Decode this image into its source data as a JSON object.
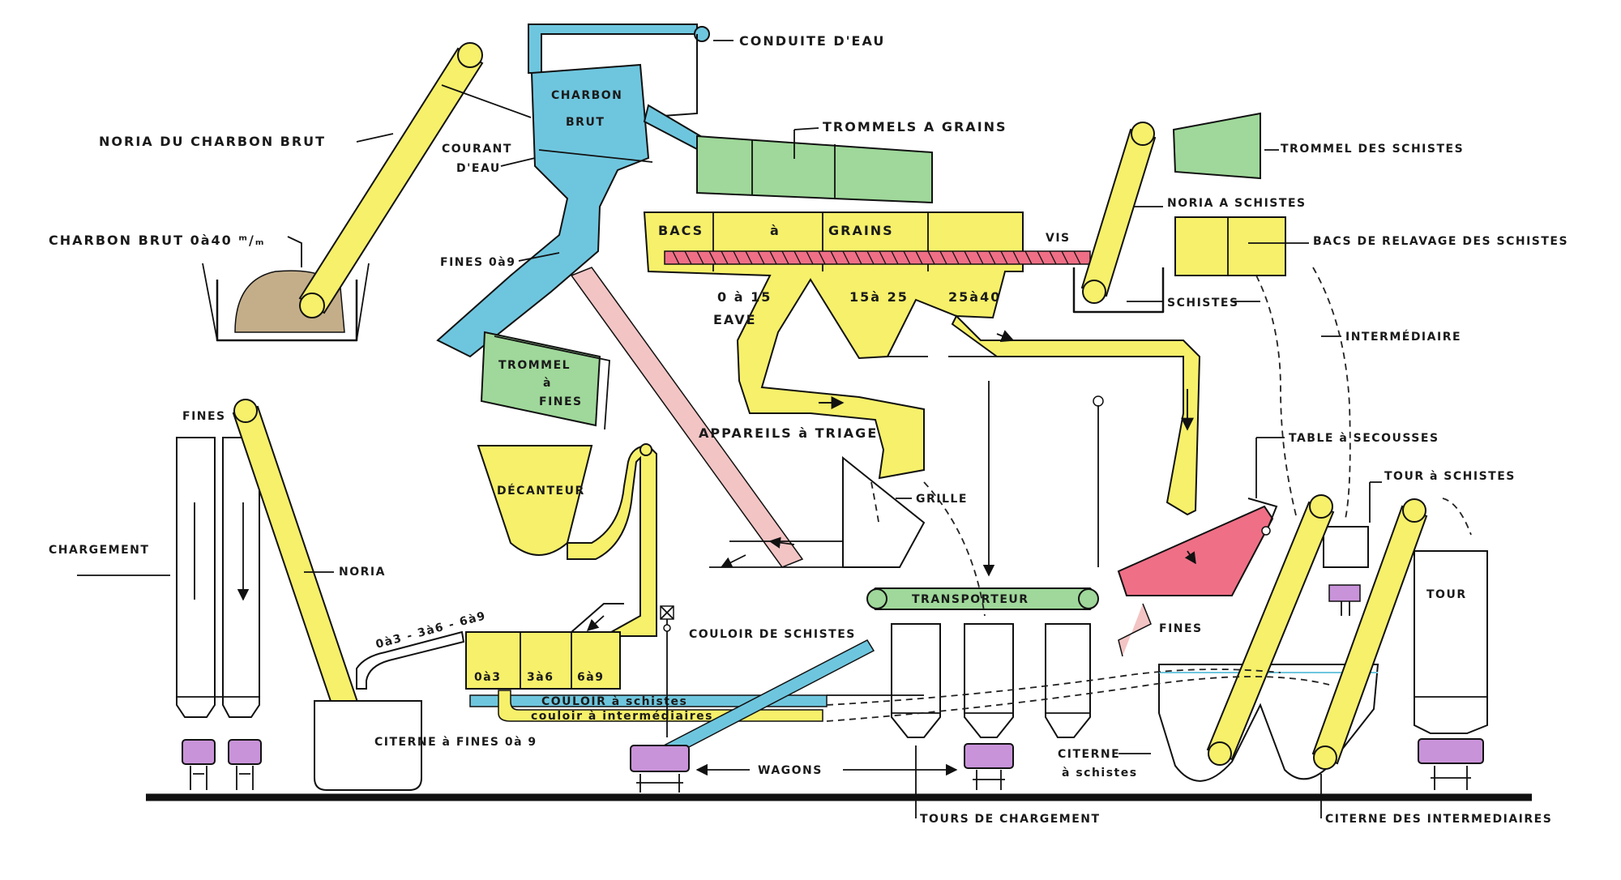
{
  "colors": {
    "yellow": "#f6f06a",
    "blue": "#6ec6de",
    "green": "#9fd89a",
    "red": "#ef6f86",
    "pink": "#f3c4c4",
    "purple": "#c993d9",
    "brown": "#c4ae8a"
  },
  "labels": {
    "conduite_eau": "CONDUITE D'EAU",
    "charbon_brut_1": "CHARBON",
    "charbon_brut_2": "BRUT",
    "courant_eau_1": "COURANT",
    "courant_eau_2": "D'EAU",
    "noria_charbon_brut": "NORIA DU CHARBON BRUT",
    "charbon_brut_size": "CHARBON BRUT 0à40 ᵐ/ₘ",
    "trommels_grains": "TROMMELS A GRAINS",
    "trommel_schistes": "TROMMEL DES SCHISTES",
    "noria_schistes": "NORIA A SCHISTES",
    "bacs_relavage": "BACS DE RELAVAGE DES SCHISTES",
    "bacs": "BACS",
    "a": "à",
    "grains": "GRAINS",
    "vis": "VIS",
    "fines_0a9": "FINES 0à9",
    "range_0a15": "0 à 15",
    "eave": "EAVE",
    "range_15a25": "15à 25",
    "range_25a40": "25à40",
    "schistes": "SCHISTES",
    "intermediaire": "INTERMÉDIAIRE",
    "trommel_fines_1": "TROMMEL",
    "trommel_fines_2": "à",
    "trommel_fines_3": "FINES",
    "appareils_triage": "APPAREILS à TRIAGE",
    "table_secousses": "TABLE à SECOUSSES",
    "fines": "FINES",
    "decanteur": "DÉCANTEUR",
    "grille": "GRILLE",
    "tour_schistes": "TOUR à SCHISTES",
    "chargement": "CHARGEMENT",
    "noria": "NORIA",
    "transporteur": "TRANSPORTEUR",
    "tour": "TOUR",
    "couloir_schistes": "COULOIR DE SCHISTES",
    "fines_bottom": "FINES",
    "sizes_0a3_3a6_6a9": "0à3 - 3à6 - 6à9",
    "bin_0a3": "0à3",
    "bin_3a6": "3à6",
    "bin_6a9": "6à9",
    "couloir_a_schistes": "COULOIR à schistes",
    "couloir_intermediaires": "couloir à intermédiaires",
    "citerne_fines": "CITERNE à FINES 0à 9",
    "wagons": "WAGONS",
    "citerne_schistes_1": "CITERNE",
    "citerne_schistes_2": "à schistes",
    "tours_chargement": "TOURS DE CHARGEMENT",
    "citerne_intermediaires": "CITERNE DES INTERMEDIAIRES"
  }
}
